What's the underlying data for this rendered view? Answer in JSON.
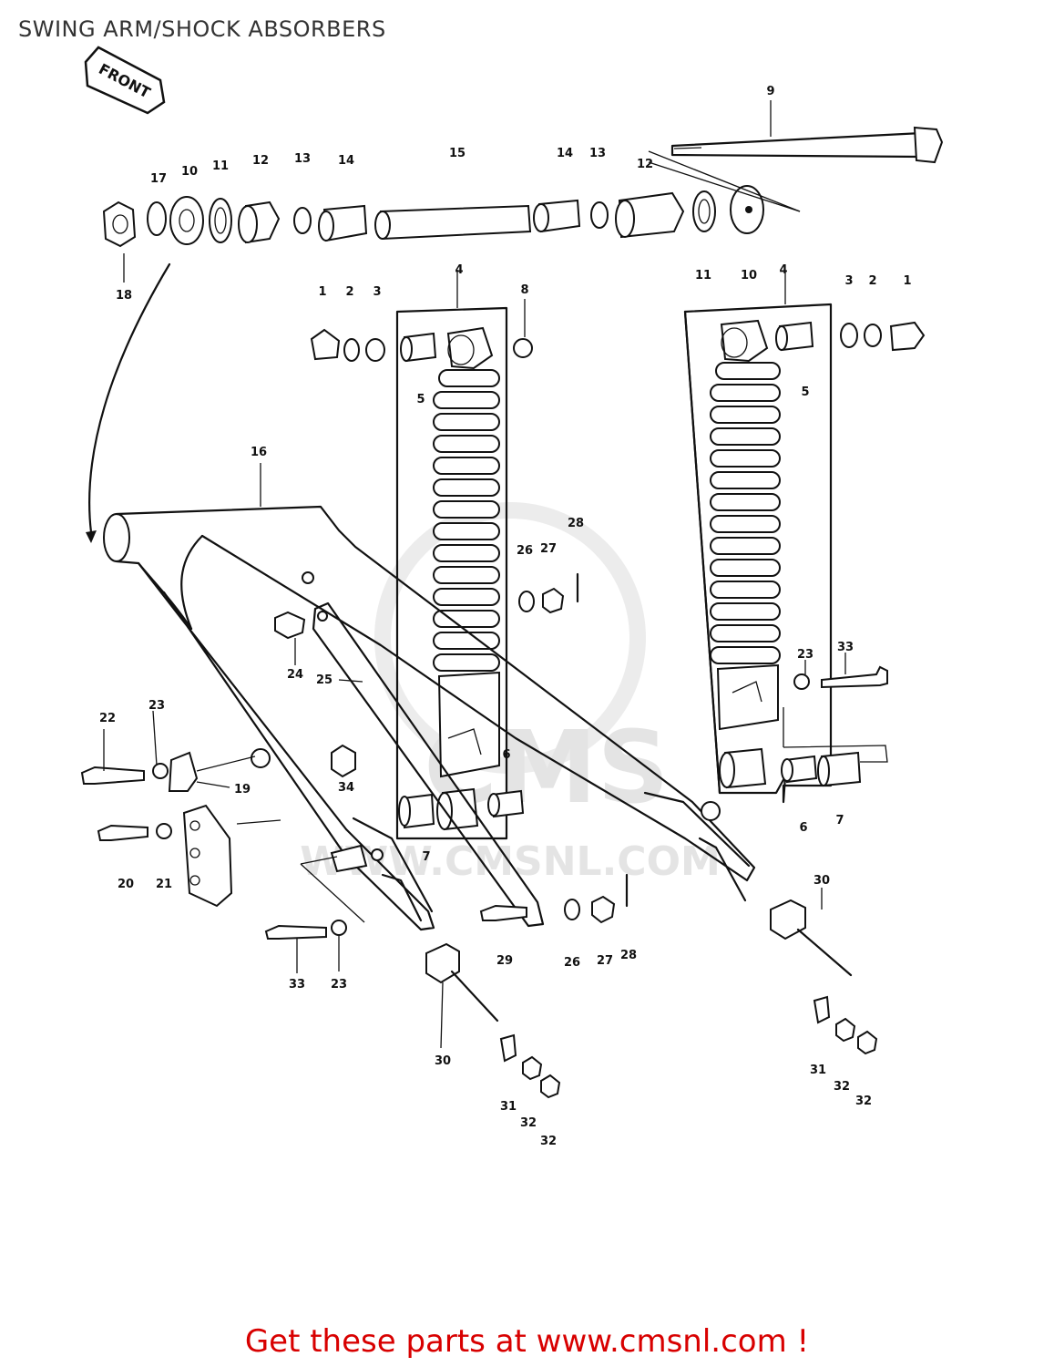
{
  "header": {
    "title": "SWING ARM/SHOCK ABSORBERS"
  },
  "front_arrow": {
    "label": "FRONT"
  },
  "watermark": {
    "logo": "CMS",
    "url": "WWW.CMSNL.COM"
  },
  "callouts": {
    "c1a": "1",
    "c2a": "2",
    "c3a": "3",
    "c4a": "4",
    "c8": "8",
    "c5a": "5",
    "c7a": "7",
    "c6a": "6",
    "c1b": "1",
    "c2b": "2",
    "c3b": "3",
    "c4b": "4",
    "c5b": "5",
    "c6b": "6",
    "c7b": "7",
    "c9": "9",
    "c10a": "10",
    "c11a": "11",
    "c12a": "12",
    "c13a": "13",
    "c14a": "14",
    "c15": "15",
    "c14b": "14",
    "c13b": "13",
    "c12b": "12",
    "c11b": "11",
    "c10b": "10",
    "c16": "16",
    "c17": "17",
    "c18": "18",
    "c19": "19",
    "c20": "20",
    "c21": "21",
    "c22": "22",
    "c23a": "23",
    "c23b": "23",
    "c23c": "23",
    "c24": "24",
    "c25": "25",
    "c26a": "26",
    "c27a": "27",
    "c28a": "28",
    "c26b": "26",
    "c27b": "27",
    "c28b": "28",
    "c29": "29",
    "c30a": "30",
    "c30b": "30",
    "c31a": "31",
    "c32a": "32",
    "c32b": "32",
    "c31b": "31",
    "c32c": "32",
    "c32d": "32",
    "c33a": "33",
    "c33b": "33",
    "c34": "34"
  },
  "footer": {
    "text": "Get these parts at www.cmsnl.com !"
  },
  "colors": {
    "footer": "#d80000",
    "line": "#111111",
    "watermark": "#e4e4e4"
  }
}
